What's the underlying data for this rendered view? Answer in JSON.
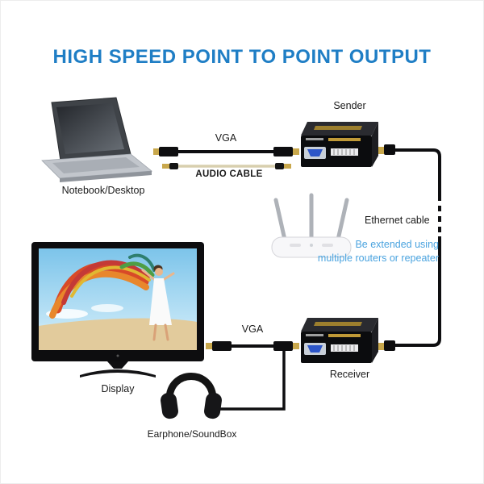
{
  "title": "HIGH SPEED POINT TO POINT OUTPUT",
  "colors": {
    "title_blue": "#1f7ec5",
    "note_blue": "#4aa3df",
    "cable_black": "#0e0e10",
    "connector_gold": "#c9a84c",
    "vga_port_blue": "#2c55c8"
  },
  "labels": {
    "notebook": "Notebook/Desktop",
    "vga_top": "VGA",
    "audio": "AUDIO CABLE",
    "sender": "Sender",
    "ethernet": "Ethernet cable",
    "note_line1": "Be extended using",
    "note_line2": "multiple routers or repeater",
    "display": "Display",
    "vga_bottom": "VGA",
    "receiver": "Receiver",
    "earphone": "Earphone/SoundBox"
  }
}
